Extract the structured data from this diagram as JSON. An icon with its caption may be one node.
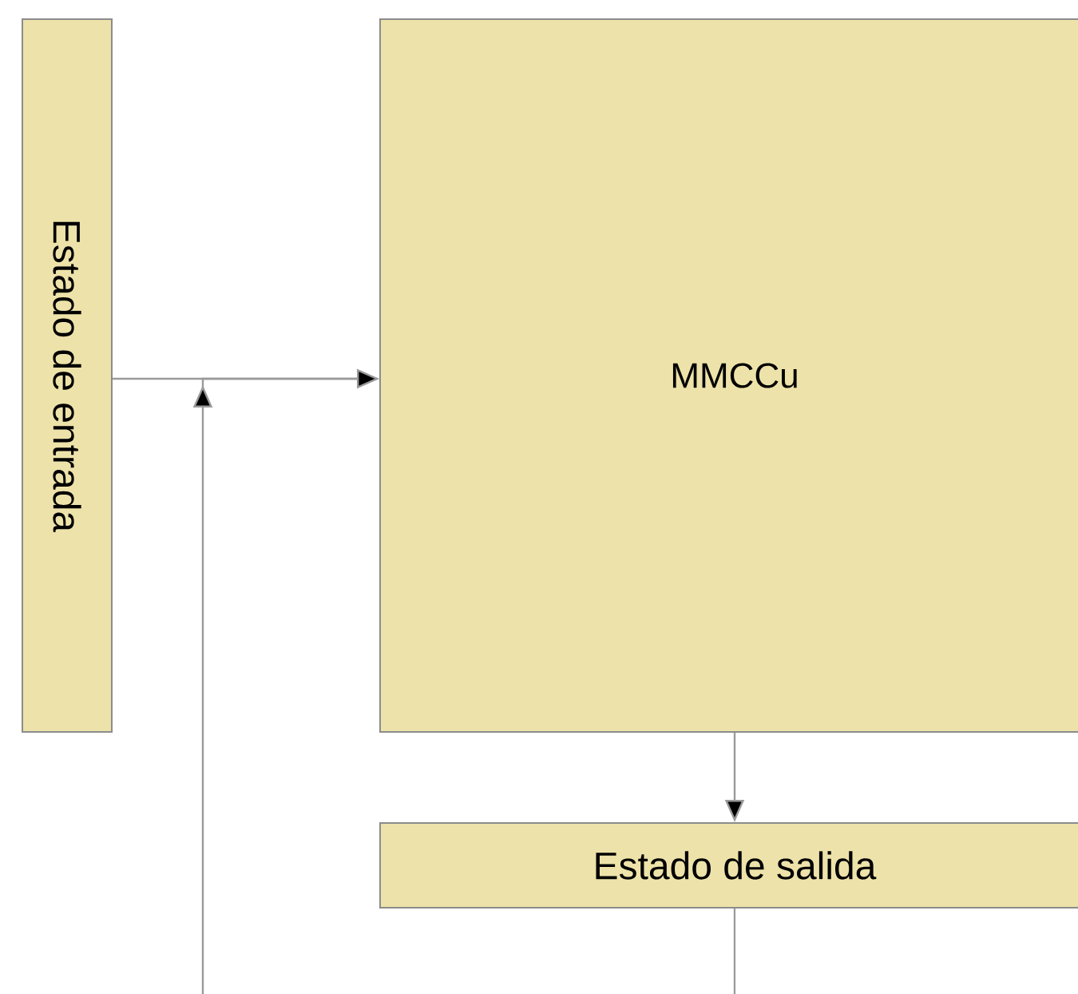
{
  "diagram": {
    "nodes": [
      {
        "text": [
          "Estado de entrada"
        ]
      },
      {
        "text": [
          "MMCCu"
        ]
      },
      {
        "text": [
          "Estado de salida"
        ]
      }
    ],
    "edges": [
      {
        "from": 0,
        "to": 1,
        "arrow": "to"
      },
      {
        "from": null,
        "to": 1,
        "arrow": "to"
      },
      {
        "from": 1,
        "to": 2,
        "arrow": "to"
      },
      {
        "from": 2,
        "to": null,
        "arrow": "none"
      }
    ]
  }
}
